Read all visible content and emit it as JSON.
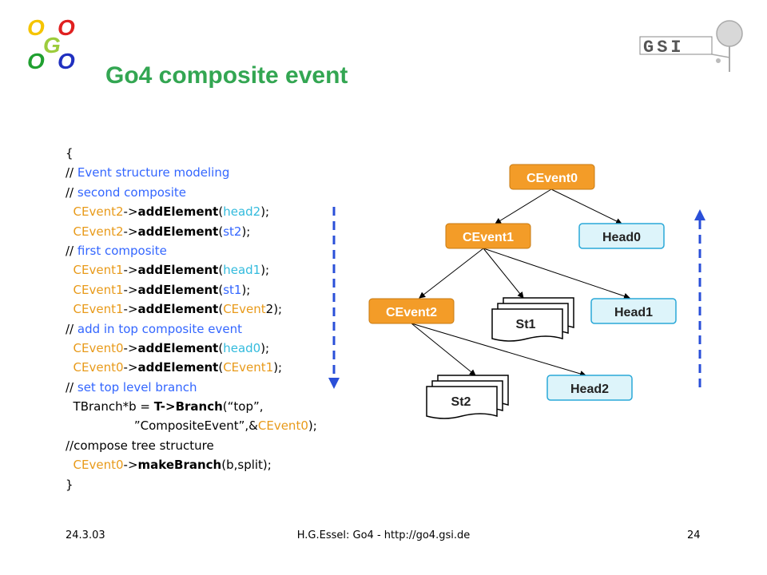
{
  "title": "Go4 composite event",
  "logo": {
    "letters": [
      "O",
      "O",
      "G",
      "O",
      "O"
    ]
  },
  "gsi_logo": {
    "text": "GSI"
  },
  "code": {
    "l1": "{",
    "l2a": "// ",
    "l2b": "Event structure modeling",
    "l3a": "// ",
    "l3b": "second composite",
    "l4a": "CEvent2",
    "l4b": "->",
    "l4c": "addElement",
    "l4d": "(",
    "l4e": "head2",
    "l4f": ");",
    "l5a": "CEvent2",
    "l5b": "->",
    "l5c": "addElement",
    "l5d": "(",
    "l5e": "st2",
    "l5f": ");",
    "l6a": "// ",
    "l6b": "first composite",
    "l7a": "CEvent1",
    "l7b": "->",
    "l7c": "addElement",
    "l7d": "(",
    "l7e": "head1",
    "l7f": ");",
    "l8a": "CEvent1",
    "l8b": "->",
    "l8c": "addElement",
    "l8d": "(",
    "l8e": "st1",
    "l8f": ");",
    "l9a": "CEvent1",
    "l9b": "->",
    "l9c": "addElement",
    "l9d": "(",
    "l9e": "CEvent",
    "l9f": "2);",
    "l10a": "// ",
    "l10b": "add in top composite event",
    "l11a": "CEvent0",
    "l11b": "->",
    "l11c": "addElement",
    "l11d": "(",
    "l11e": "head0",
    "l11f": ");",
    "l12a": "CEvent0",
    "l12b": "->",
    "l12c": "addElement",
    "l12d": "(",
    "l12e": "CEvent1",
    "l12f": ");",
    "l13a": "// ",
    "l13b": "set top level branch",
    "l14a": "TBranch*b = ",
    "l14b": "T->Branch",
    "l14c": "(“top”,",
    "l15a": "”CompositeEvent”,&",
    "l15b": "CEvent0",
    "l15c": ");",
    "l16": "//compose tree structure",
    "l17a": "CEvent0",
    "l17b": "->",
    "l17c": "makeBranch",
    "l17d": "(b,split);",
    "l18": "}"
  },
  "diagram": {
    "nodes": {
      "cevent0": "CEvent0",
      "cevent1": "CEvent1",
      "head0": "Head0",
      "cevent2": "CEvent2",
      "st1": "St1",
      "head1": "Head1",
      "st2": "St2",
      "head2": "Head2"
    },
    "colors": {
      "event_fill": "#f39c28",
      "event_text": "#ffffff",
      "head_fill": "#ddf4fa",
      "head_stroke": "#2aa8d8",
      "arrow_dash": "#2a4fd8"
    }
  },
  "footer": {
    "date": "24.3.03",
    "author": "H.G.Essel: Go4 - http://go4.gsi.de",
    "page": "24"
  }
}
